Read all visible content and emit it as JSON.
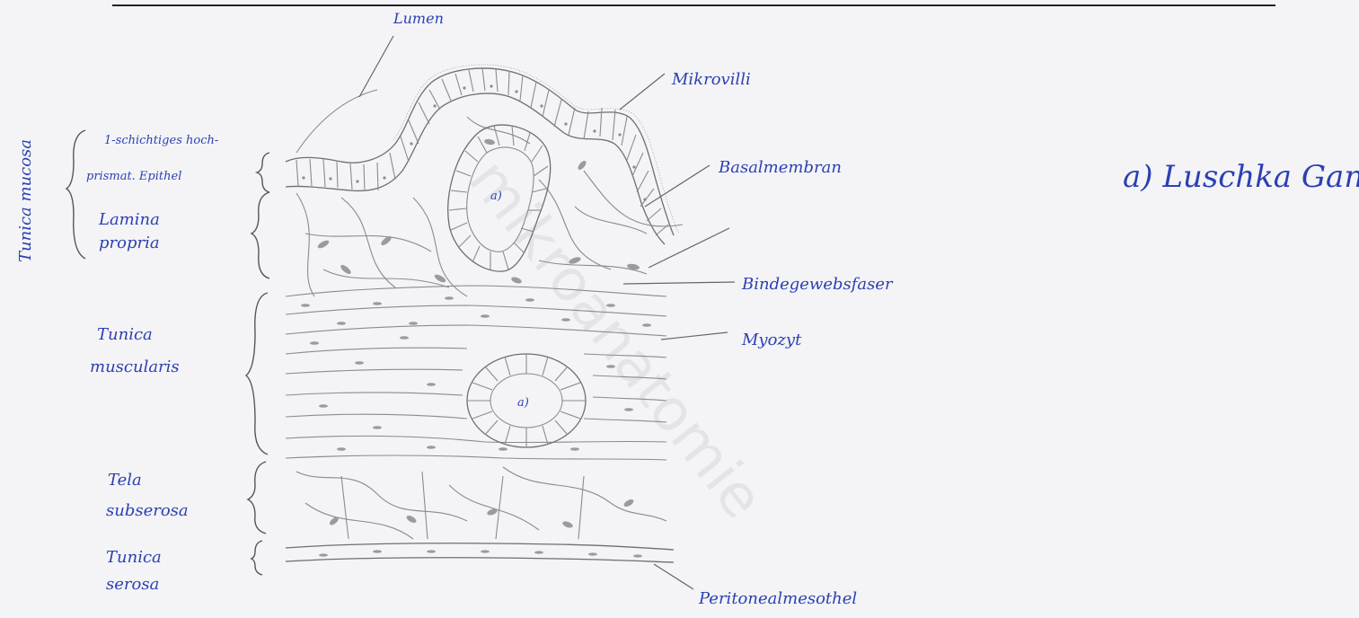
{
  "labels": {
    "lumen": "Lumen",
    "mikrovilli": "Mikrovilli",
    "basalmembran": "Basalmembran",
    "bindegewebsfaser": "Bindegewebsfaser",
    "myozyt": "Myozyt",
    "peritonealmesothel": "Peritonealmesothel",
    "luschka": "a) Luschka Gang",
    "gland_marker": "a)"
  },
  "layers": {
    "tunica_mucosa": "Tunica mucosa",
    "epithel_line1": "1-schichtiges hoch-",
    "epithel_line2": "prismat. Epithel",
    "lamina_line1": "Lamina",
    "lamina_line2": "propria",
    "muscularis_line1": "Tunica",
    "muscularis_line2": "muscularis",
    "subserosa_line1": "Tela",
    "subserosa_line2": "subserosa",
    "serosa_line1": "Tunica",
    "serosa_line2": "serosa"
  },
  "colors": {
    "ink": "#2b3fb4",
    "pencil": "#8a8a90",
    "paper": "#f4f4f6"
  }
}
